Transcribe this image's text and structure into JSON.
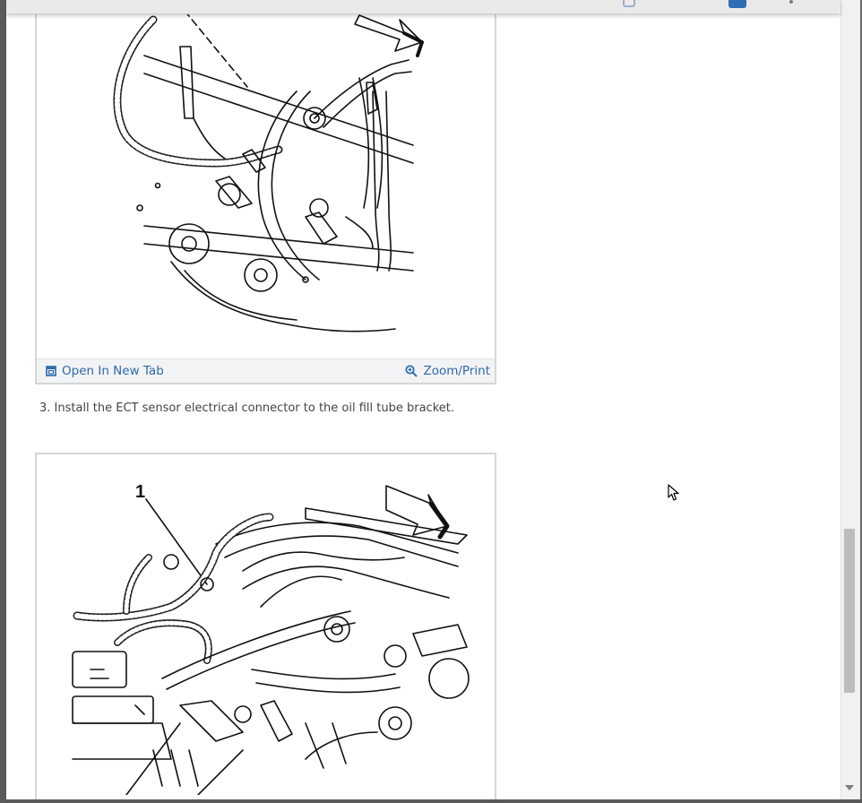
{
  "figures": [
    {
      "open_new_tab": "Open In New Tab",
      "zoom_print": "Zoom/Print"
    },
    {
      "callout": "1"
    }
  ],
  "steps": [
    {
      "text": "3. Install the ECT sensor electrical connector to the oil fill tube bracket."
    }
  ],
  "icons": {
    "open_tab": "open-in-new-tab-icon",
    "zoom": "zoom-icon"
  },
  "colors": {
    "link": "#2e6aa8",
    "toolbar_bg": "#f2f3f5",
    "figure_border": "#d6d6d6"
  }
}
